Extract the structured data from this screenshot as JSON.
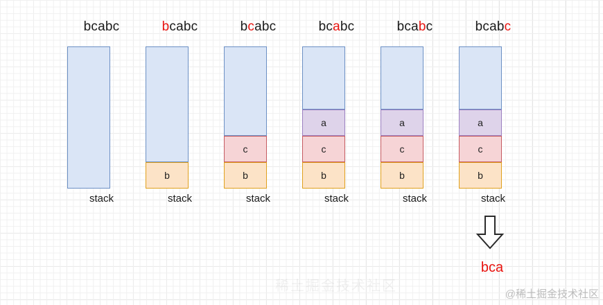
{
  "diagram": {
    "title_sequence": "bcabc",
    "highlight_color": "#e8130f",
    "empty_fill": "#dae5f6",
    "empty_stroke": "#6b8fc4",
    "columns": [
      {
        "word": "bcabc",
        "highlight_index": -1,
        "caption": "stack",
        "cells": []
      },
      {
        "word": "bcabc",
        "highlight_index": 0,
        "caption": "stack",
        "cells": [
          {
            "label": "b",
            "kind": "b"
          }
        ]
      },
      {
        "word": "bcabc",
        "highlight_index": 1,
        "caption": "stack",
        "cells": [
          {
            "label": "b",
            "kind": "b"
          },
          {
            "label": "c",
            "kind": "c"
          }
        ]
      },
      {
        "word": "bcabc",
        "highlight_index": 2,
        "caption": "stack",
        "cells": [
          {
            "label": "b",
            "kind": "b"
          },
          {
            "label": "c",
            "kind": "c"
          },
          {
            "label": "a",
            "kind": "a"
          }
        ]
      },
      {
        "word": "bcabc",
        "highlight_index": 3,
        "caption": "stack",
        "cells": [
          {
            "label": "b",
            "kind": "b"
          },
          {
            "label": "c",
            "kind": "c"
          },
          {
            "label": "a",
            "kind": "a"
          }
        ]
      },
      {
        "word": "bcabc",
        "highlight_index": 4,
        "caption": "stack",
        "cells": [
          {
            "label": "b",
            "kind": "b"
          },
          {
            "label": "c",
            "kind": "c"
          },
          {
            "label": "a",
            "kind": "a"
          }
        ]
      }
    ],
    "result_label": "bca",
    "arrow_direction": "down"
  },
  "watermark": {
    "center_text": "稀土掘金技术社区",
    "corner_text": "@稀土掘金技术社区"
  }
}
